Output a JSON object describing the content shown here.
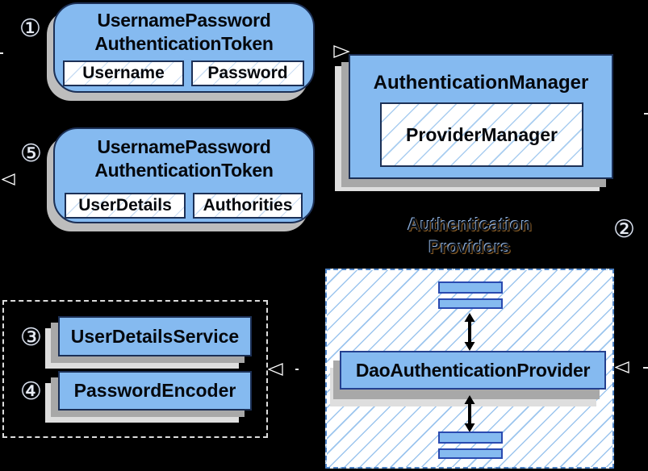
{
  "colors": {
    "background": "#000000",
    "box_fill": "#85baf0",
    "box_border": "#1c3056",
    "bar_border": "#2a4ab0",
    "hatch_line": "#9cc5ee",
    "container_border": "#4d82c4",
    "shadow_mid": "#a8a8a8",
    "shadow_light": "#dedede",
    "rounded_shadow": "#bdbdbd"
  },
  "steps": {
    "s1": "①",
    "s2": "②",
    "s3": "③",
    "s4": "④",
    "s5": "⑤"
  },
  "token_request": {
    "title_line1": "UsernamePassword",
    "title_line2": "AuthenticationToken",
    "fields": [
      "Username",
      "Password"
    ]
  },
  "token_result": {
    "title_line1": "UsernamePassword",
    "title_line2": "AuthenticationToken",
    "fields": [
      "UserDetails",
      "Authorities"
    ]
  },
  "auth_manager": {
    "title": "AuthenticationManager",
    "inner_label": "ProviderManager"
  },
  "providers": {
    "label_line1": "Authentication",
    "label_line2": "Providers",
    "dao_label": "DaoAuthenticationProvider"
  },
  "services": {
    "items": [
      "UserDetailsService",
      "PasswordEncoder"
    ]
  },
  "icons": {
    "flow_right_arrowhead": "open-triangle-right",
    "flow_left_arrowhead": "open-triangle-left",
    "bidirectional_arrow": "double-headed-vertical-arrow"
  }
}
